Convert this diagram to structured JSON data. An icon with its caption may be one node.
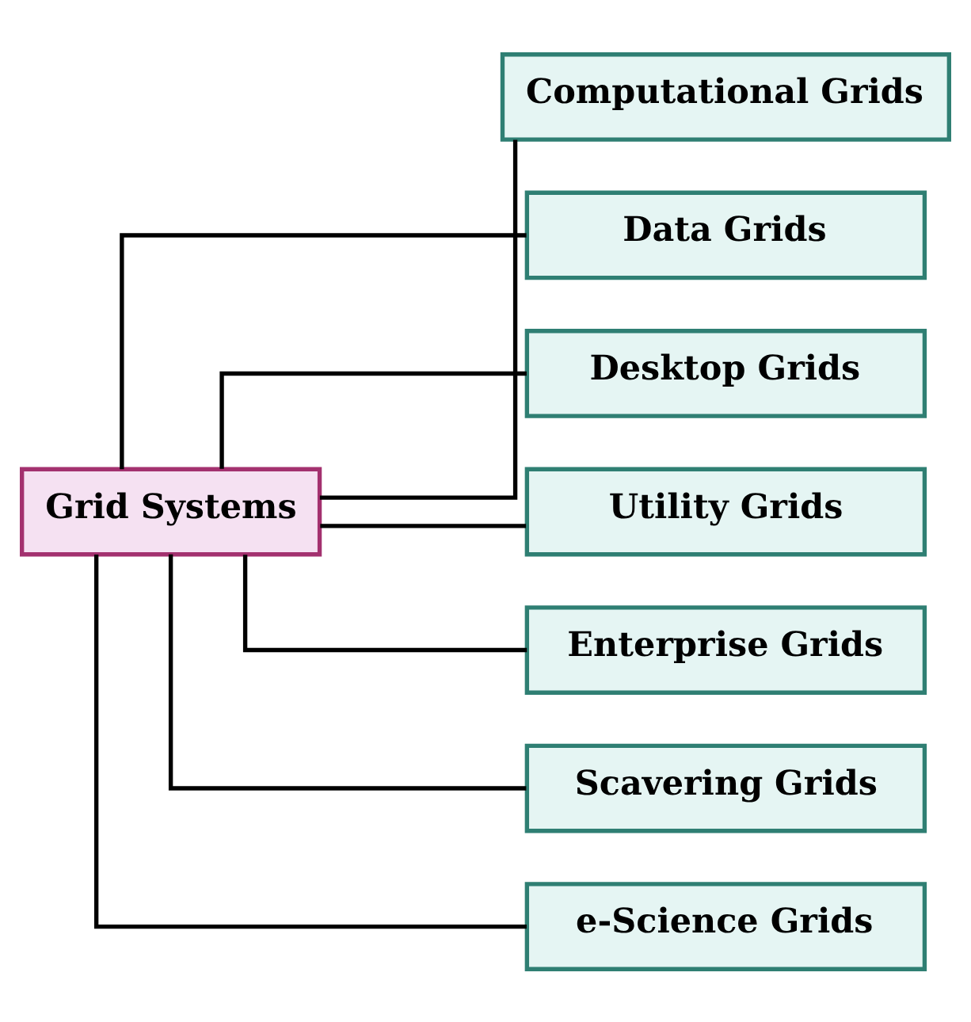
{
  "diagram": {
    "nodes": [
      {
        "text": [
          "Grid Systems"
        ]
      },
      {
        "text": [
          "Computational Grids"
        ]
      },
      {
        "text": [
          "Data Grids"
        ]
      },
      {
        "text": [
          "Desktop Grids"
        ]
      },
      {
        "text": [
          "Utility Grids"
        ]
      },
      {
        "text": [
          "Enterprise Grids"
        ]
      },
      {
        "text": [
          "Scavering Grids"
        ]
      },
      {
        "text": [
          "e-Science Grids"
        ]
      }
    ],
    "edges": [
      {
        "from": 0,
        "to": 1,
        "arrow": "none"
      },
      {
        "from": 0,
        "to": 2,
        "arrow": "none"
      },
      {
        "from": 0,
        "to": 3,
        "arrow": "none"
      },
      {
        "from": 0,
        "to": 4,
        "arrow": "none"
      },
      {
        "from": 0,
        "to": 5,
        "arrow": "none"
      },
      {
        "from": 0,
        "to": 6,
        "arrow": "none"
      },
      {
        "from": 0,
        "to": 7,
        "arrow": "none"
      }
    ]
  }
}
